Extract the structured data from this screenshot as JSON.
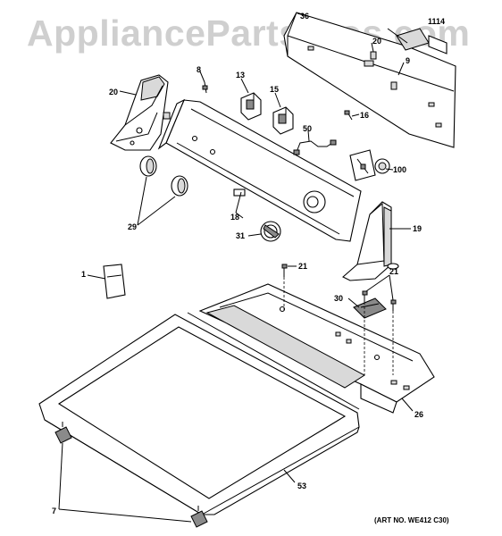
{
  "watermark": "AppliancePartsPros.com",
  "art_no": "(ART NO. WE412 C30)",
  "callouts": {
    "c36": "36",
    "c1114": "1114",
    "c20a": "20",
    "c9": "9",
    "c20": "20",
    "c8": "8",
    "c13": "13",
    "c15": "15",
    "c16": "16",
    "c50": "50",
    "c100": "100",
    "c18": "18",
    "c29": "29",
    "c31": "31",
    "c19": "19",
    "c21a": "21",
    "c21b": "21",
    "c1": "1",
    "c30": "30",
    "c26": "26",
    "c53": "53",
    "c7": "7"
  }
}
